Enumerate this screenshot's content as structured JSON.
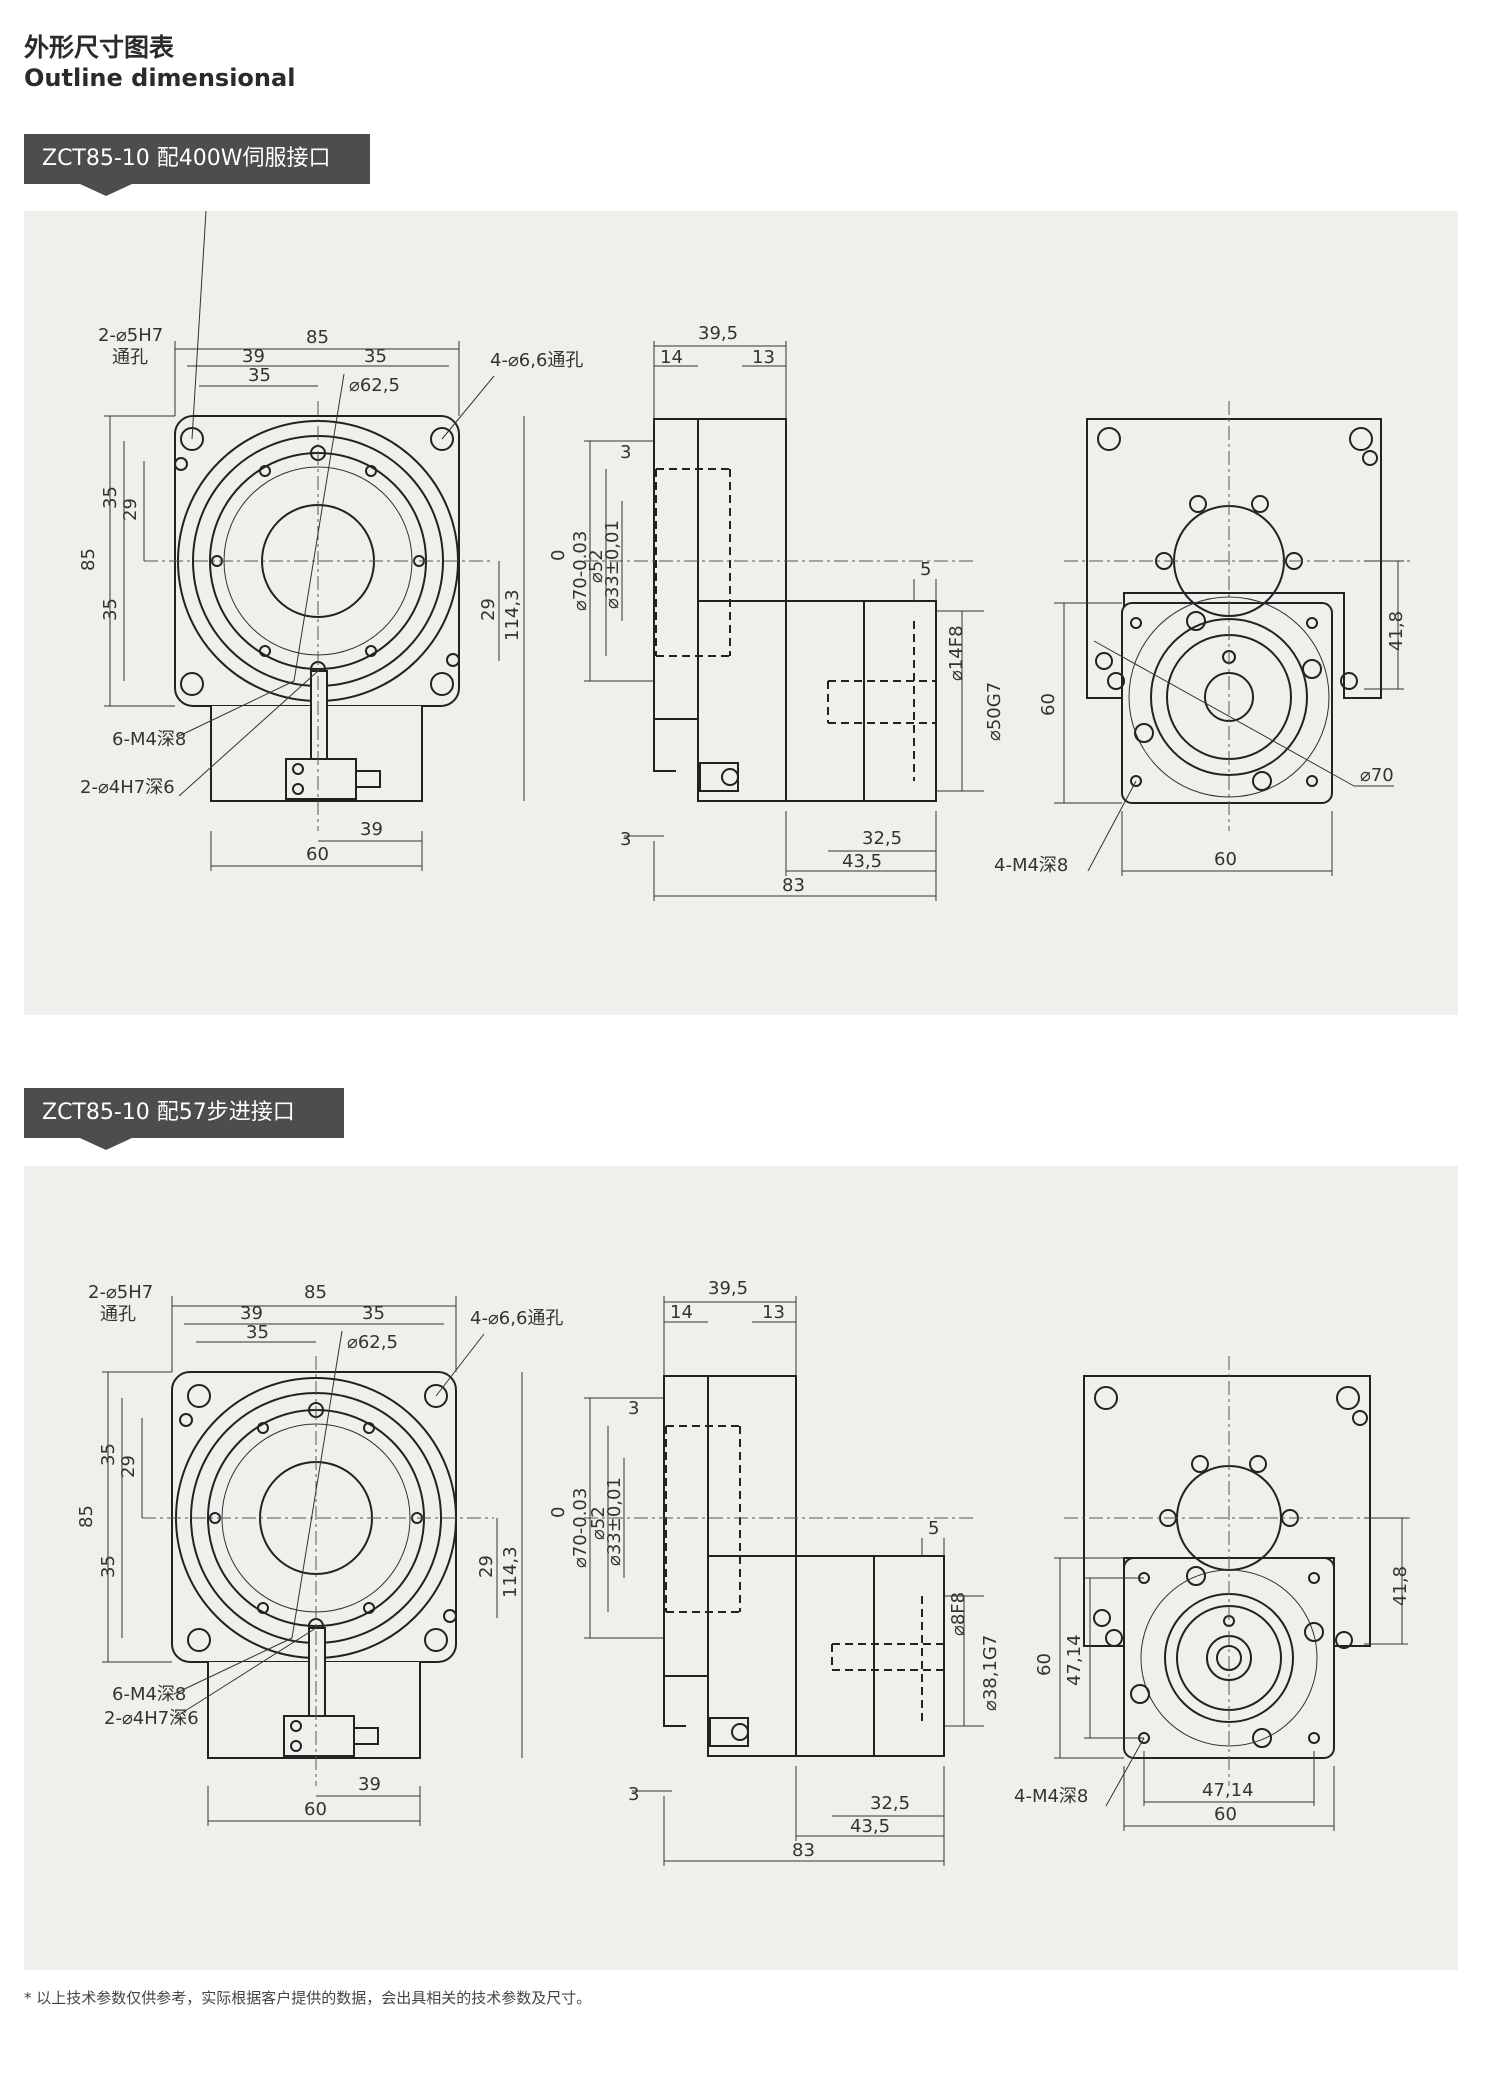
{
  "header": {
    "title_cn": "外形尺寸图表",
    "title_en": "Outline dimensional"
  },
  "sections": [
    {
      "label": "ZCT85-10 配400W伺服接口",
      "front": {
        "hole_note": "2-⌀5H7",
        "hole_note2": "通孔",
        "w85": "85",
        "w39": "39",
        "w35a": "35",
        "w35b": "35",
        "d625": "⌀62,5",
        "thru": "4-⌀6,6通孔",
        "h85": "85",
        "h35a": "35",
        "h29a": "29",
        "h35b": "35",
        "h29b": "29",
        "h1143": "114,3",
        "m4": "6-M4深8",
        "pin": "2-⌀4H7深6",
        "w39b": "39",
        "w60": "60"
      },
      "side": {
        "w395": "39,5",
        "w14": "14",
        "w13": "13",
        "d3a": "3",
        "d0": "0",
        "d70": "⌀70-0.03",
        "d52": "⌀52",
        "d33": "⌀33±0,01",
        "d5": "5",
        "shaft": "⌀14F8",
        "pilot": "⌀50G7",
        "d3b": "3",
        "w325": "32,5",
        "w435": "43,5",
        "w83": "83"
      },
      "rear": {
        "h418": "41,8",
        "h60": "60",
        "bolt": "⌀70",
        "m4": "4-M4深8",
        "w60": "60"
      }
    },
    {
      "label": "ZCT85-10 配57步进接口",
      "front": {
        "hole_note": "2-⌀5H7",
        "hole_note2": "通孔",
        "w85": "85",
        "w39": "39",
        "w35a": "35",
        "w35b": "35",
        "d625": "⌀62,5",
        "thru": "4-⌀6,6通孔",
        "h85": "85",
        "h35a": "35",
        "h29a": "29",
        "h35b": "35",
        "h29b": "29",
        "h1143": "114,3",
        "m4": "6-M4深8",
        "pin": "2-⌀4H7深6",
        "w39b": "39",
        "w60": "60"
      },
      "side": {
        "w395": "39,5",
        "w14": "14",
        "w13": "13",
        "d3a": "3",
        "d0": "0",
        "d70": "⌀70-0.03",
        "d52": "⌀52",
        "d33": "⌀33±0,01",
        "d5": "5",
        "shaft": "⌀8F8",
        "pilot": "⌀38,1G7",
        "d3b": "3",
        "w325": "32,5",
        "w435": "43,5",
        "w83": "83"
      },
      "rear": {
        "h418": "41,8",
        "h60": "60",
        "h4714": "47,14",
        "m4": "4-M4深8",
        "w4714": "47,14",
        "w60": "60"
      }
    }
  ],
  "footnote": "* 以上技术参数仅供参考，实际根据客户提供的数据，会出具相关的技术参数及尺寸。"
}
